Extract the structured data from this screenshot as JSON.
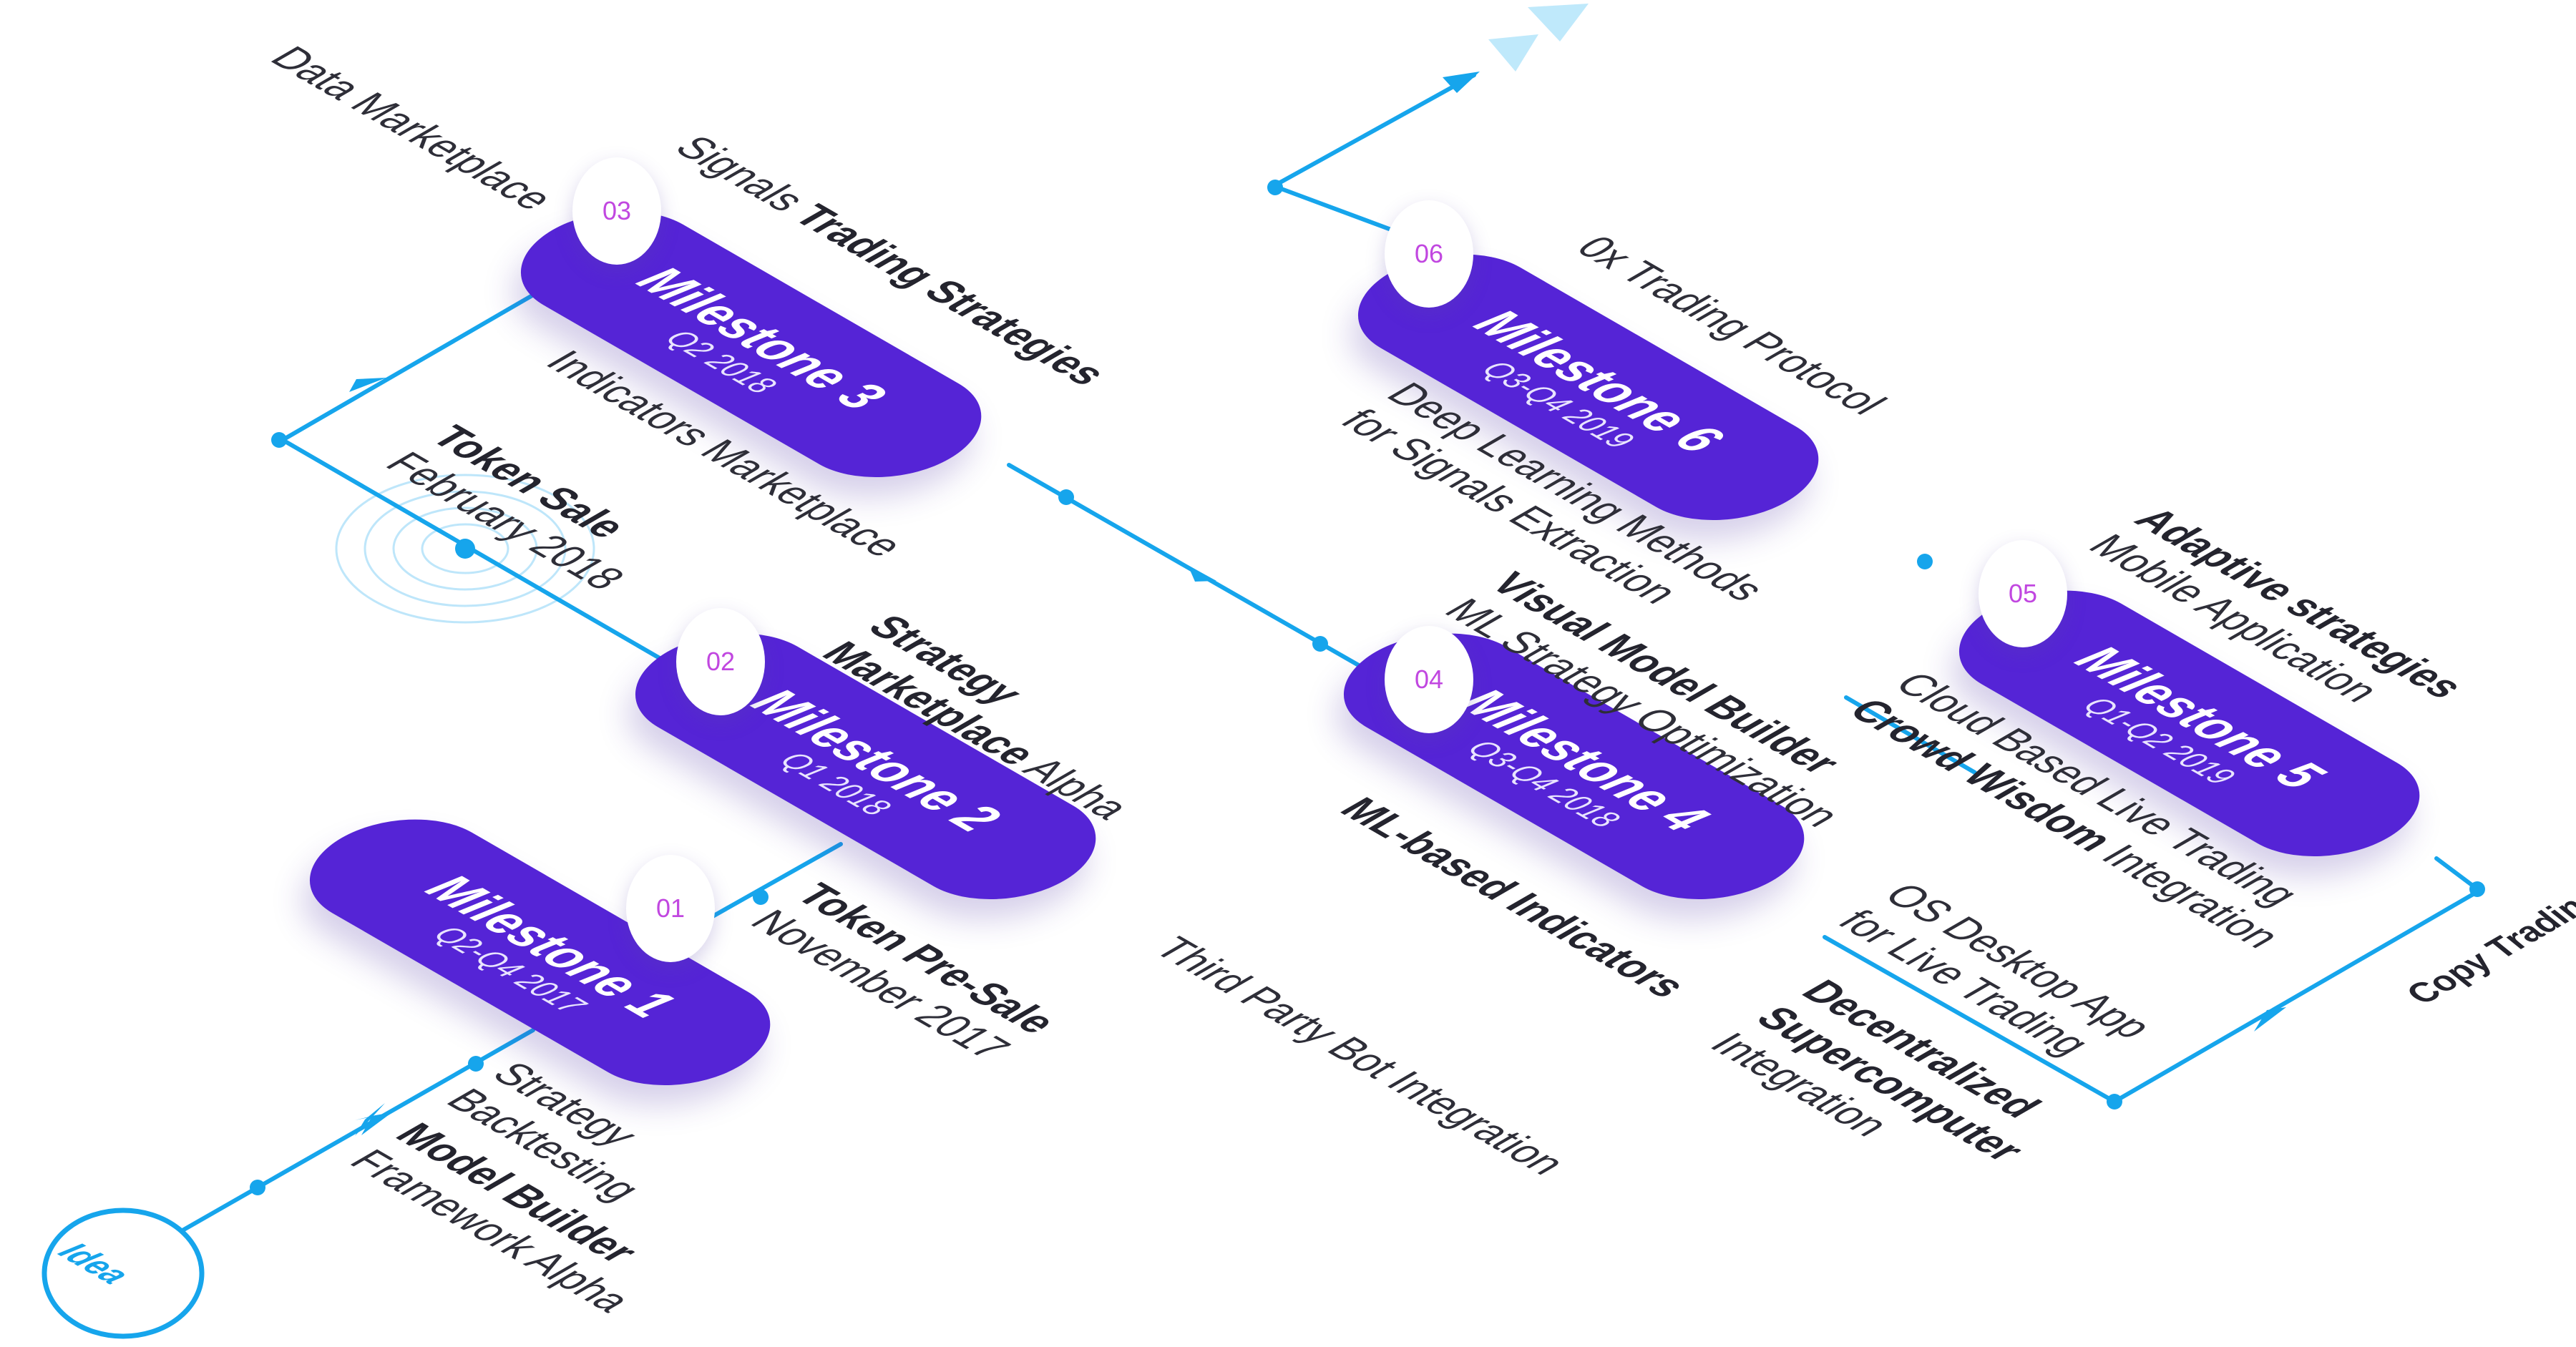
{
  "colors": {
    "accent": "#16a5ec",
    "milestone": "#5524d6",
    "badge_text": "#c147e0",
    "arrow_light": "#bfe9fb"
  },
  "start": {
    "label": "Idea"
  },
  "end": {
    "label": "Copy Trading"
  },
  "milestones": [
    {
      "badge": "01",
      "title": "Milestone 1",
      "date": "Q2-Q4 2017"
    },
    {
      "badge": "02",
      "title": "Milestone 2",
      "date": "Q1 2018"
    },
    {
      "badge": "03",
      "title": "Milestone 3",
      "date": "Q2 2018"
    },
    {
      "badge": "04",
      "title": "Milestone 4",
      "date": "Q3-Q4 2018"
    },
    {
      "badge": "05",
      "title": "Milestone 5",
      "date": "Q1-Q2 2019"
    },
    {
      "badge": "06",
      "title": "Milestone 6",
      "date": "Q3-Q4 2019"
    }
  ],
  "labels": {
    "model_builder": {
      "bold": "Model Builder",
      "rest": "Framework Alpha"
    },
    "strategy_backtesting": {
      "line1": "Strategy",
      "line2": "Backtesting"
    },
    "token_presale": {
      "bold": "Token Pre-Sale",
      "rest": "November 2017"
    },
    "strategy_marketplace": {
      "line1": "Strategy",
      "bold2": "Marketplace",
      "rest2": "Alpha"
    },
    "third_party": "Third Party Bot Integration",
    "token_sale": {
      "bold": "Token Sale",
      "rest": "February 2018"
    },
    "indicators_marketplace": "Indicators Marketplace",
    "signals": {
      "plain": "Signals",
      "bold": "Trading Strategies"
    },
    "data_marketplace": "Data Marketplace",
    "ml_indicators": "ML-based Indicators",
    "visual_model": {
      "bold": "Visual Model Builder",
      "rest": "ML Strategy Optimization"
    },
    "decentralized": {
      "line1": "Decentralized",
      "line2": "Supercomputer",
      "line3": "Integration"
    },
    "os_desktop": {
      "line1": "OS Desktop App",
      "line2": "for Live Trading"
    },
    "deep_learning": {
      "line1": "Deep Learning Methods",
      "line2": "for Signals Extraction"
    },
    "zero_x": "0x Trading Protocol",
    "cloud": {
      "line1": "Cloud Based Live Trading",
      "bold2": "Crowd Wisdom",
      "rest2": "Integration"
    },
    "adaptive": {
      "bold": "Adaptive strategies",
      "rest": "Mobile Application"
    }
  }
}
